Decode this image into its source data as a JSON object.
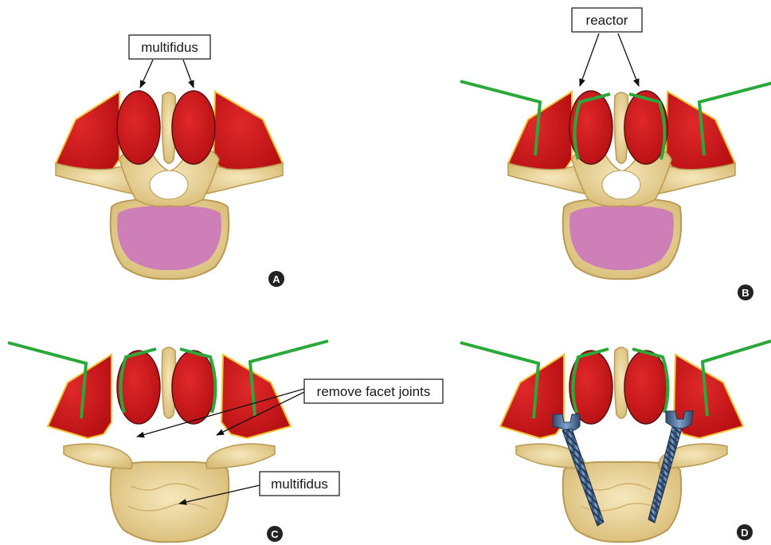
{
  "labels": {
    "multifidus_top": "multifidus",
    "reactor": "reactor",
    "remove_facet_joints": "remove facet joints",
    "multifidus_body": "multifidus"
  },
  "panels": {
    "a": "A",
    "b": "B",
    "c": "C",
    "d": "D"
  },
  "colors": {
    "muscle": "#d4191b",
    "bone": "#e8d49a",
    "disc": "#cf7fb7",
    "retractor": "#2aa83a",
    "screw": "#4a6f9c"
  }
}
